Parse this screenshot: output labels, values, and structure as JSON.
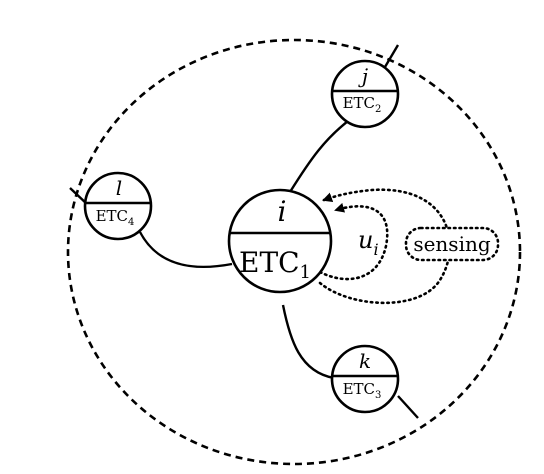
{
  "center_node": {
    "top": "i",
    "bottom_main": "ETC",
    "bottom_sub": "1"
  },
  "nodes": [
    {
      "id": "j",
      "top": "j",
      "bottom_main": "ETC",
      "bottom_sub": "2"
    },
    {
      "id": "l",
      "top": "l",
      "bottom_main": "ETC",
      "bottom_sub": "4"
    },
    {
      "id": "k",
      "top": "k",
      "bottom_main": "ETC",
      "bottom_sub": "3"
    }
  ],
  "control_label": {
    "main": "u",
    "sub": "i"
  },
  "sensing_label": "sensing"
}
